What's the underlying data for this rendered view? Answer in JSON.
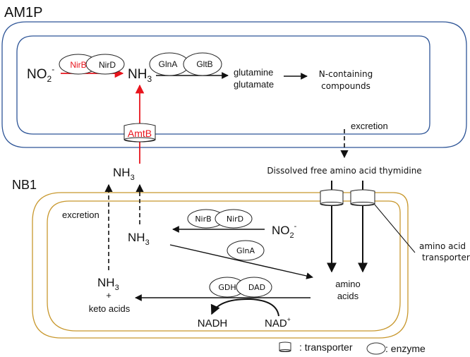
{
  "colors": {
    "am1p_membrane": "#2e5597",
    "nb1_membrane": "#c8982e",
    "highlight": "#e8141c",
    "ink": "#111111"
  },
  "organisms": {
    "am1p": {
      "label": "AM1P"
    },
    "nb1": {
      "label": "NB1"
    }
  },
  "am1p": {
    "nitrite": {
      "base": "NO",
      "sub": "2",
      "sup": "-"
    },
    "ammonia": {
      "base": "NH",
      "sub": "3"
    },
    "enzymes": [
      {
        "label": "NirB",
        "highlight": true
      },
      {
        "label": "NirD",
        "highlight": false
      },
      {
        "label": "GlnA",
        "highlight": false
      },
      {
        "label": "GltB",
        "highlight": false
      }
    ],
    "products": [
      "glutamine",
      "glutamate"
    ],
    "final_products": [
      "N-containing",
      "compounds"
    ],
    "transporter": {
      "label": "AmtB",
      "highlight": true
    },
    "excretion_label": "excretion"
  },
  "extracellular": {
    "ammonia": {
      "base": "NH",
      "sub": "3"
    },
    "dissolved": "Dissolved free amino acid thymidine"
  },
  "nb1": {
    "excretion_label": "excretion",
    "ammonia_inner": {
      "base": "NH",
      "sub": "3"
    },
    "nitrite": {
      "base": "NO",
      "sub": "2",
      "sup": "-"
    },
    "enzymes": [
      {
        "label": "NirB"
      },
      {
        "label": "NirD"
      },
      {
        "label": "GlnA"
      },
      {
        "label": "GDH"
      },
      {
        "label": "DAD"
      }
    ],
    "amino_acids": [
      "amino",
      "acids"
    ],
    "ammonia_keto": {
      "base": "NH",
      "sub": "3",
      "plus": "+",
      "keto": "keto acids"
    },
    "nadh": "NADH",
    "nad": {
      "base": "NAD",
      "sup": "+"
    },
    "transporter_callout": [
      "amino acid",
      "transporter"
    ]
  },
  "legend": {
    "transporter": ": transporter",
    "enzyme": ": enzyme"
  }
}
